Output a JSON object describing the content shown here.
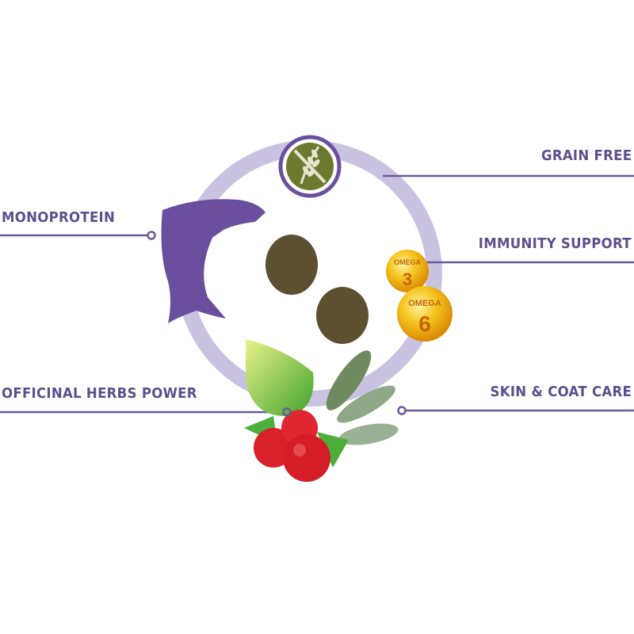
{
  "features": {
    "grain_free": "GRAIN FREE",
    "monoprotein": "MONOPROTEIN",
    "immunity": "IMMUNITY SUPPORT",
    "herbs": "OFFICINAL HERBS POWER",
    "skin_coat": "SKIN & COAT CARE"
  },
  "omega": {
    "o3_label": "OMEGA",
    "o3_num": "3",
    "o6_label": "OMEGA",
    "o6_num": "6"
  },
  "colors": {
    "accent": "#5e4f8c",
    "ring": "#c9c3e1",
    "fish": "#6a4f9e",
    "grain_badge": "#6b7a2e"
  }
}
